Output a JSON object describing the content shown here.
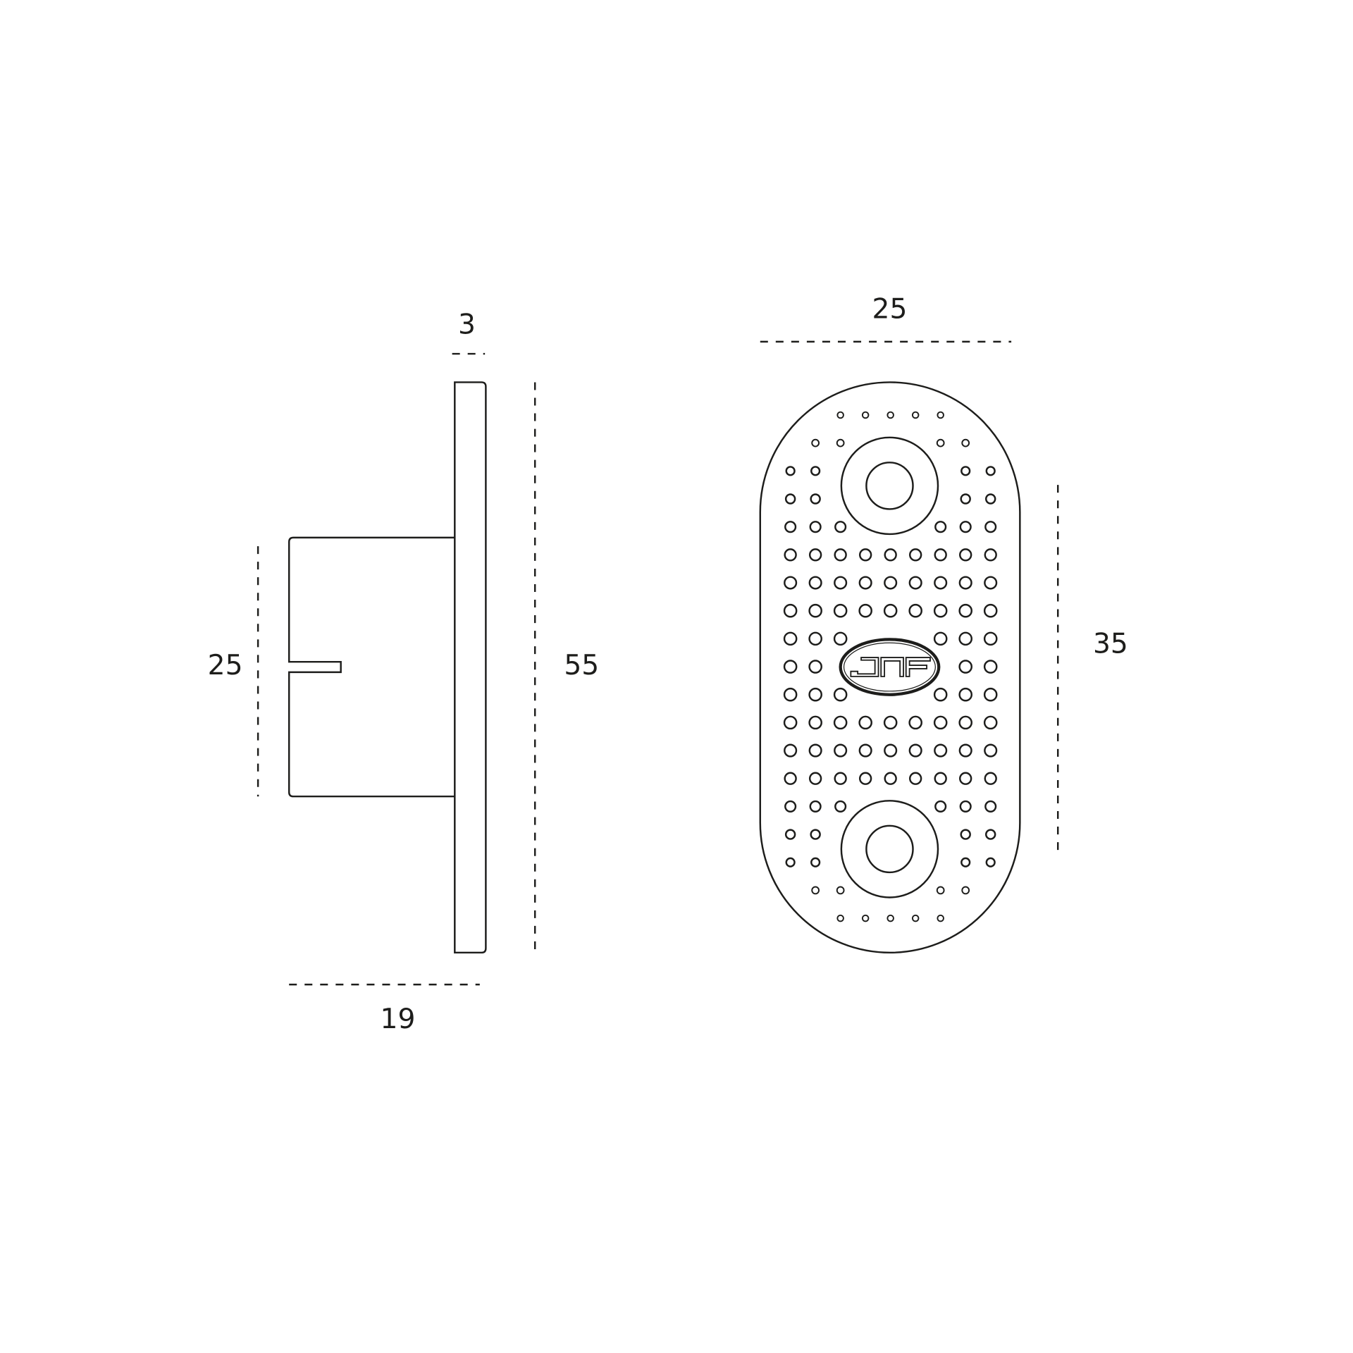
{
  "side_view": {
    "dimensions": {
      "plate_thickness": "3",
      "total_height": "55",
      "body_height": "25",
      "total_depth": "19"
    }
  },
  "front_view": {
    "dimensions": {
      "width": "25",
      "hole_spacing": "35"
    },
    "logo_text": "JNF"
  },
  "colors": {
    "line": "#1d1d1b",
    "background": "#ffffff"
  }
}
